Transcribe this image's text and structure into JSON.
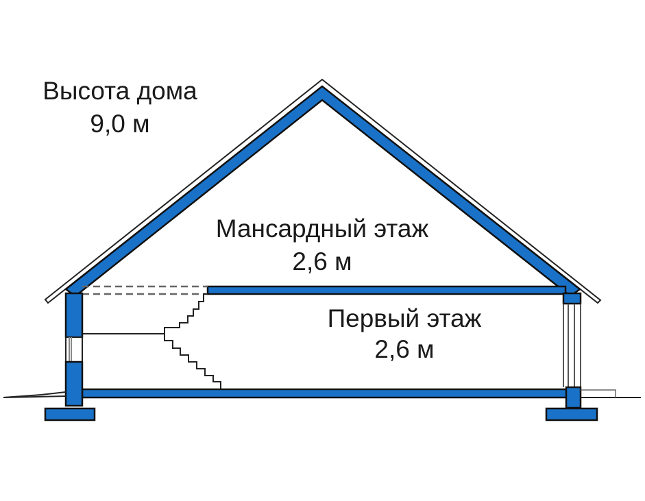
{
  "house_height": {
    "label": "Высота дома",
    "value": "9,0 м"
  },
  "attic_floor": {
    "label": "Мансардный этаж",
    "value": "2,6 м"
  },
  "first_floor": {
    "label": "Первый этаж",
    "value": "2,6 м"
  },
  "colors": {
    "structure": "#1a72c8",
    "outline": "#111111"
  }
}
